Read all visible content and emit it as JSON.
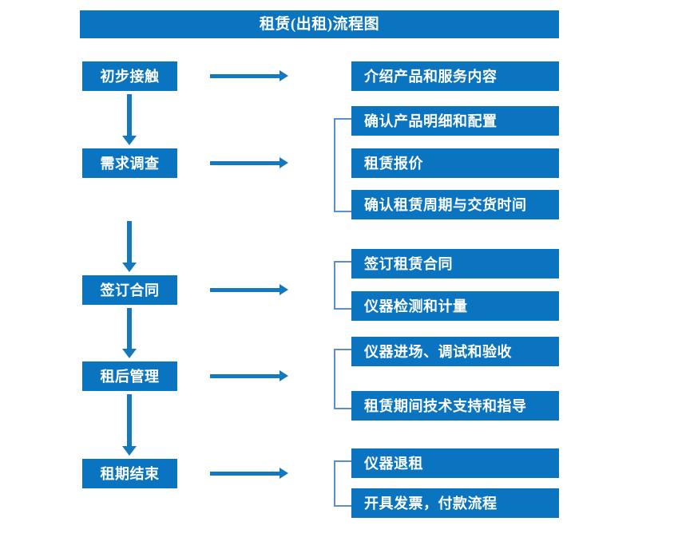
{
  "title": {
    "text": "租赁(出租)流程图"
  },
  "colors": {
    "box_fill": "#0a74c0",
    "arrow": "#1478be",
    "bracket": "#5b8fc9",
    "text": "#ffffff",
    "background": "#ffffff"
  },
  "stages": [
    {
      "id": "initial-contact",
      "label": "初步接触",
      "details": [
        "介绍产品和服务内容"
      ],
      "has_bracket": false,
      "has_arrow_to_next": true
    },
    {
      "id": "requirement-survey",
      "label": "需求调查",
      "details": [
        "确认产品明细和配置",
        "租赁报价",
        "确认租赁周期与交货时间"
      ],
      "has_bracket": true,
      "has_arrow_to_next": true
    },
    {
      "id": "sign-contract",
      "label": "签订合同",
      "details": [
        "签订租赁合同",
        "仪器检测和计量"
      ],
      "has_bracket": true,
      "has_arrow_to_next": true
    },
    {
      "id": "post-rental-management",
      "label": "租后管理",
      "details": [
        "仪器进场、调试和验收",
        "租赁期间技术支持和指导"
      ],
      "has_bracket": true,
      "has_arrow_to_next": true
    },
    {
      "id": "lease-end",
      "label": "租期结束",
      "details": [
        "仪器退租",
        "开具发票，付款流程"
      ],
      "has_bracket": true,
      "has_arrow_to_next": false
    }
  ],
  "detail_boxes": {
    "intro_products_services": "介绍产品和服务内容",
    "confirm_product_spec": "确认产品明细和配置",
    "rental_quotation": "租赁报价",
    "confirm_period_delivery": "确认租赁周期与交货时间",
    "sign_rental_contract": "签订租赁合同",
    "instrument_test_metering": "仪器检测和计量",
    "instrument_entry_debug_accept": "仪器进场、调试和验收",
    "tech_support_guidance": "租赁期间技术支持和指导",
    "instrument_return": "仪器退租",
    "invoice_payment_process": "开具发票，付款流程"
  }
}
